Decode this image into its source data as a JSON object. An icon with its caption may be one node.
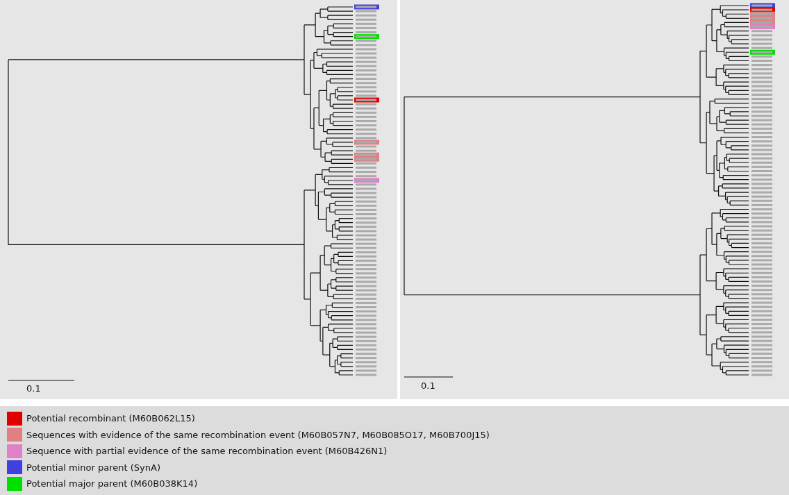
{
  "diagram": {
    "labels": [
      "0.1",
      "0.1"
    ],
    "legend": [
      {
        "text": "Potential recombinant (M60B062L15)",
        "color": "#e00000"
      },
      {
        "text": "Sequences with evidence of the same recombination event (M60B057N7, M60B085O17, M60B700J15)",
        "color": "#e08080"
      },
      {
        "text": "Sequence with partial evidence of the same recombination event (M60B426N1)",
        "color": "#e080c8"
      },
      {
        "text": "Potential minor parent (SynA)",
        "color": "#4040e0"
      },
      {
        "text": "Potential major parent (M60B038K14)",
        "color": "#00e000"
      }
    ]
  }
}
